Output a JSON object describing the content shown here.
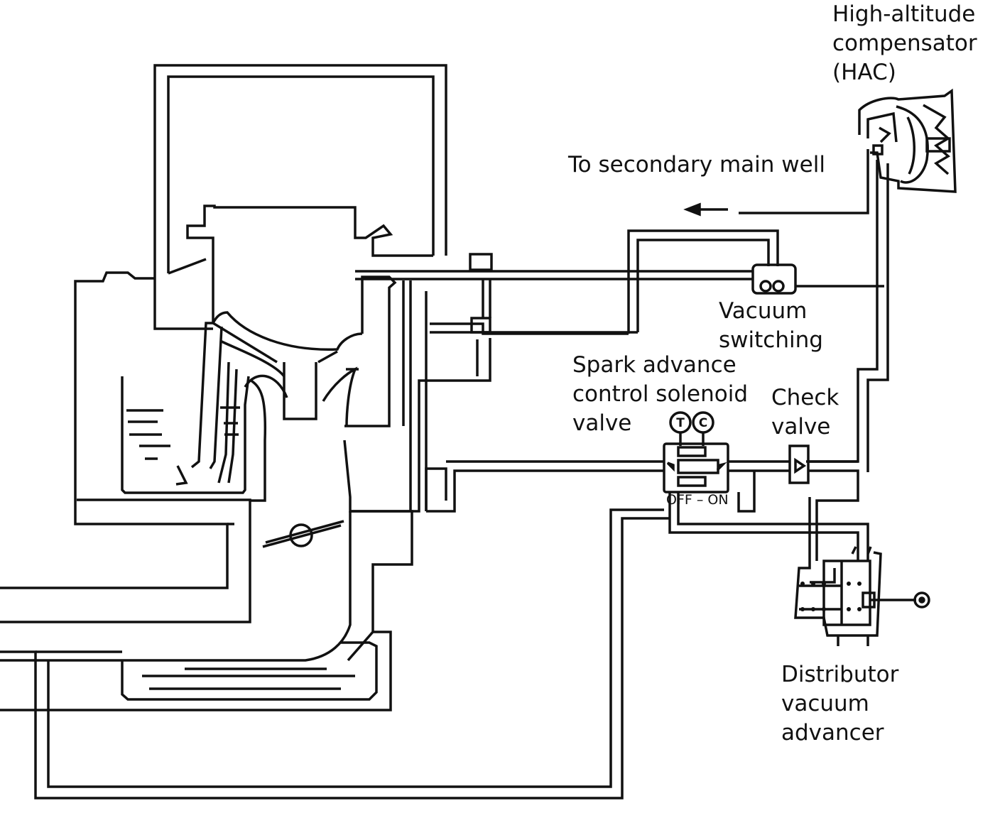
{
  "labels": {
    "hac": [
      "High-altitude",
      "compensator",
      "(HAC)"
    ],
    "secondary_main_well": "To secondary main well",
    "vacuum_switching": [
      "Vacuum",
      "switching"
    ],
    "spark_solenoid": [
      "Spark advance",
      "control solenoid",
      "valve"
    ],
    "check_valve": [
      "Check",
      "valve"
    ],
    "off_on": "OFF – ON",
    "distributor": [
      "Distributor",
      "vacuum",
      "advancer"
    ]
  },
  "solenoid_terminals": {
    "t": "T",
    "c": "C"
  },
  "colors": {
    "ink": "#111111",
    "paper": "#ffffff"
  }
}
